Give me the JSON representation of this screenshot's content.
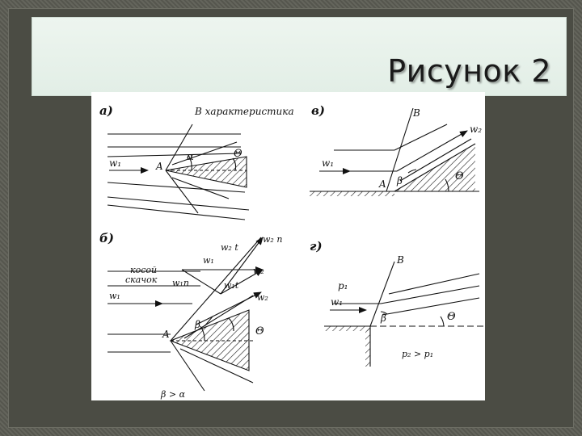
{
  "slide": {
    "title": "Рисунок 2"
  },
  "figure": {
    "panel_a": {
      "label": "а)",
      "char_label": "B  характеристика",
      "w1": "w₁",
      "A": "A",
      "alpha": "α",
      "theta": "Θ"
    },
    "panel_v": {
      "label": "в)",
      "B": "B",
      "w2": "w₂",
      "w1": "w₁",
      "A": "A",
      "beta": "β",
      "theta": "Θ"
    },
    "panel_b": {
      "label": "б)",
      "w2t": "w₂ t",
      "w2n": "w₂ n",
      "w1": "w₁",
      "w2": "w₂",
      "kosoy": "косой",
      "skachok": "скачок",
      "w1n": "w₁n",
      "w1t": "w₁t",
      "w1_left": "w₁",
      "w2_low": "w₂",
      "A": "A",
      "beta": "β",
      "theta": "Θ",
      "beta_gt_alpha": "β > α"
    },
    "panel_g": {
      "label": "г)",
      "B": "B",
      "p1": "p₁",
      "w1": "w₁",
      "beta": "β",
      "theta": "Θ",
      "p_relation": "p₂ > p₁"
    }
  }
}
